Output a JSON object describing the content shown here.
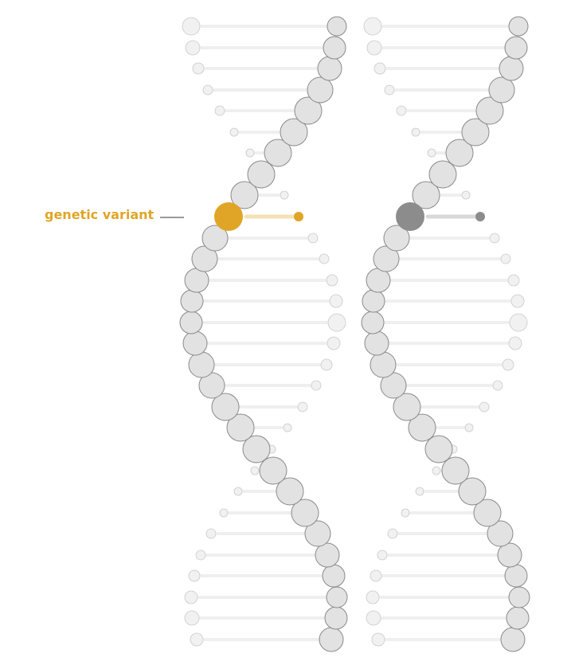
{
  "annotation": {
    "label": "genetic variant"
  },
  "colors": {
    "variant_highlight": "#E0A526",
    "variant_link": "#F6E1B6",
    "variant_gray": "#8C8C8C",
    "variant_gray_link": "#D8D8D8",
    "bead_fill": "#E2E2E2",
    "bead_stroke": "#8A8A8A",
    "rung": "#EFEFEF",
    "leader_line": "#333333"
  },
  "diagram": {
    "strands": [
      {
        "id": "left",
        "variant_color": "variant_highlight"
      },
      {
        "id": "right",
        "variant_color": "variant_gray"
      }
    ],
    "base_pairs": 30,
    "variant_index": 9
  }
}
